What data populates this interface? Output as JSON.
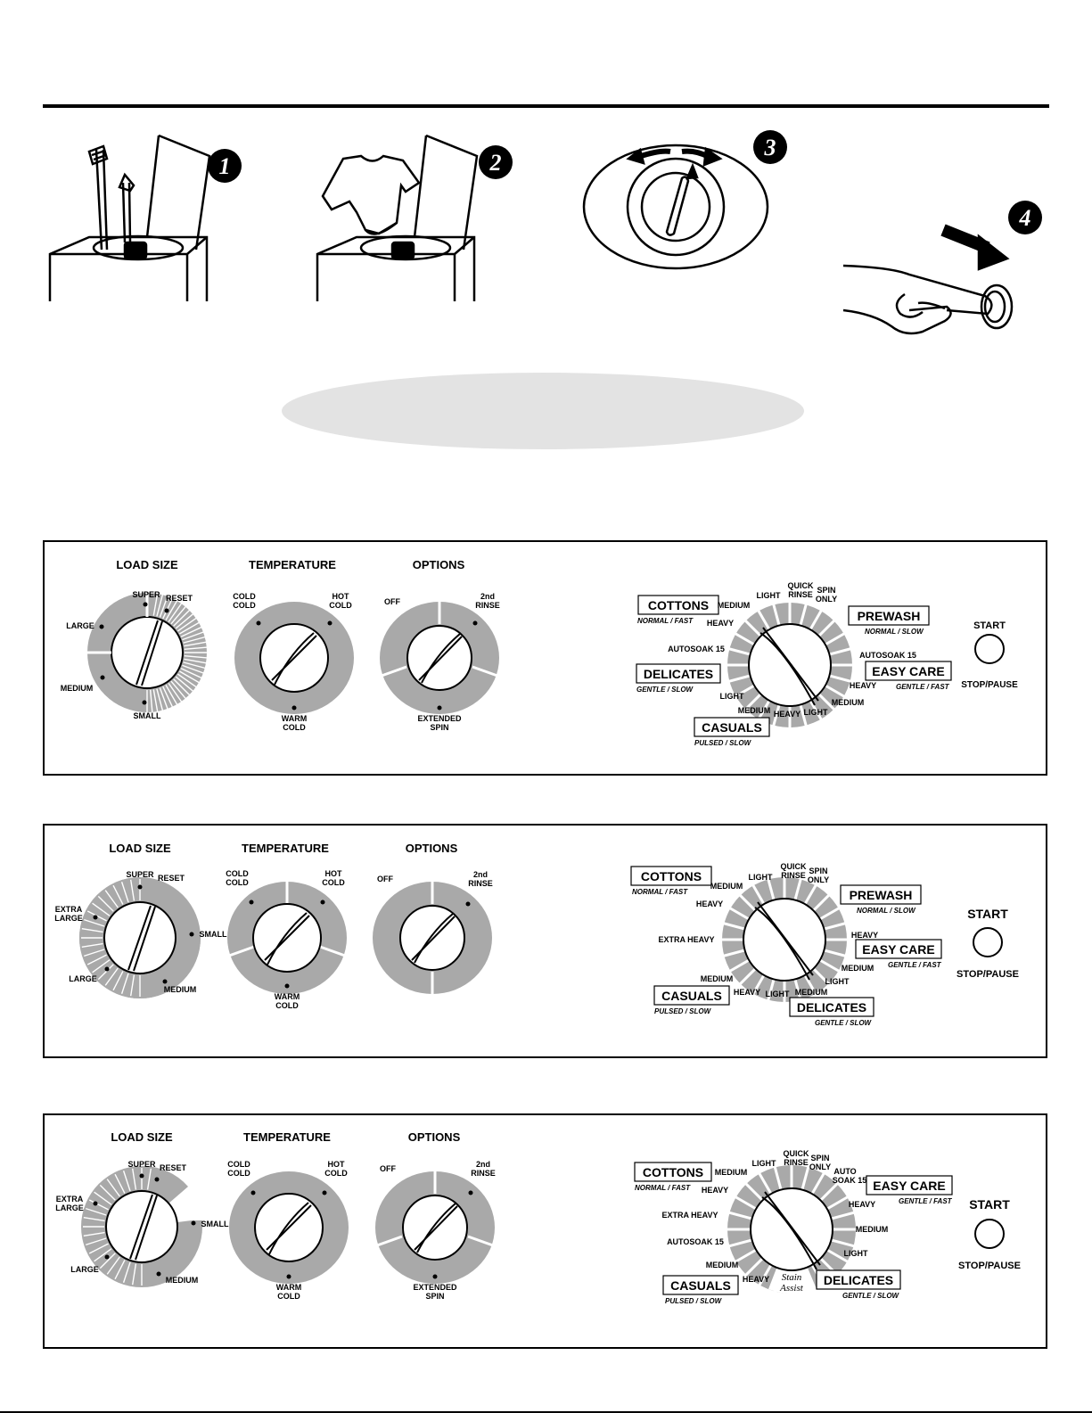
{
  "steps": [
    "1",
    "2",
    "3",
    "4"
  ],
  "panels": [
    {
      "load_size": {
        "title": "LOAD SIZE",
        "labels": [
          "LARGE",
          "SUPER",
          "RESET",
          "MEDIUM",
          "SMALL"
        ]
      },
      "temperature": {
        "title": "TEMPERATURE",
        "cold_cold": [
          "COLD",
          "COLD"
        ],
        "hot_cold": [
          "HOT",
          "COLD"
        ],
        "warm_cold": [
          "WARM",
          "COLD"
        ]
      },
      "options": {
        "title": "OPTIONS",
        "off": "OFF",
        "rinse": [
          "2nd",
          "RINSE"
        ],
        "extended_spin": [
          "EXTENDED",
          "SPIN"
        ]
      },
      "cycle": {
        "groups": [
          {
            "name": "COTTONS",
            "sub": "NORMAL / FAST"
          },
          {
            "name": "PREWASH",
            "sub": "NORMAL / SLOW"
          },
          {
            "name": "DELICATES",
            "sub": "GENTLE / SLOW"
          },
          {
            "name": "EASY CARE",
            "sub": "GENTLE / FAST"
          },
          {
            "name": "CASUALS",
            "sub": "PULSED / SLOW"
          }
        ],
        "labels": [
          "MEDIUM",
          "LIGHT",
          "QUICK",
          "RINSE",
          "SPIN",
          "ONLY",
          "HEAVY",
          "AUTOSOAK 15",
          "AUTOSOAK 15",
          "HEAVY",
          "MEDIUM",
          "LIGHT",
          "LIGHT",
          "MEDIUM",
          "HEAVY"
        ]
      },
      "start": {
        "label": "START",
        "stop": "STOP/PAUSE"
      }
    },
    {
      "load_size": {
        "title": "LOAD SIZE",
        "labels": [
          "EXTRA",
          "LARGE",
          "SUPER",
          "RESET",
          "SMALL",
          "LARGE",
          "MEDIUM"
        ]
      },
      "temperature": {
        "title": "TEMPERATURE",
        "cold_cold": [
          "COLD",
          "COLD"
        ],
        "hot_cold": [
          "HOT",
          "COLD"
        ],
        "warm_cold": [
          "WARM",
          "COLD"
        ]
      },
      "options": {
        "title": "OPTIONS",
        "off": "OFF",
        "rinse": [
          "2nd",
          "RINSE"
        ]
      },
      "cycle": {
        "groups": [
          {
            "name": "COTTONS",
            "sub": "NORMAL / FAST"
          },
          {
            "name": "PREWASH",
            "sub": "NORMAL / SLOW"
          },
          {
            "name": "EASY CARE",
            "sub": "GENTLE / FAST"
          },
          {
            "name": "CASUALS",
            "sub": "PULSED / SLOW"
          },
          {
            "name": "DELICATES",
            "sub": "GENTLE / SLOW"
          }
        ],
        "labels": [
          "MEDIUM",
          "LIGHT",
          "QUICK",
          "RINSE",
          "SPIN",
          "ONLY",
          "HEAVY",
          "EXTRA HEAVY",
          "MEDIUM",
          "HEAVY",
          "LIGHT",
          "MEDIUM",
          "LIGHT",
          "MEDIUM",
          "HEAVY"
        ]
      },
      "start": {
        "label": "START",
        "stop": "STOP/PAUSE"
      }
    },
    {
      "load_size": {
        "title": "LOAD SIZE",
        "labels": [
          "EXTRA",
          "LARGE",
          "SUPER",
          "RESET",
          "SMALL",
          "LARGE",
          "MEDIUM"
        ]
      },
      "temperature": {
        "title": "TEMPERATURE",
        "cold_cold": [
          "COLD",
          "COLD"
        ],
        "hot_cold": [
          "HOT",
          "COLD"
        ],
        "warm_cold": [
          "WARM",
          "COLD"
        ]
      },
      "options": {
        "title": "OPTIONS",
        "off": "OFF",
        "rinse": [
          "2nd",
          "RINSE"
        ],
        "extended_spin": [
          "EXTENDED",
          "SPIN"
        ]
      },
      "cycle": {
        "groups": [
          {
            "name": "COTTONS",
            "sub": "NORMAL / FAST"
          },
          {
            "name": "EASY CARE",
            "sub": "GENTLE / FAST"
          },
          {
            "name": "CASUALS",
            "sub": "PULSED / SLOW"
          },
          {
            "name": "DELICATES",
            "sub": "GENTLE / SLOW"
          }
        ],
        "labels": [
          "MEDIUM",
          "LIGHT",
          "QUICK",
          "RINSE",
          "SPIN",
          "ONLY",
          "AUTO",
          "SOAK 15",
          "HEAVY",
          "EXTRA HEAVY",
          "AUTOSOAK 15",
          "MEDIUM",
          "HEAVY",
          "HEAVY",
          "MEDIUM",
          "LIGHT"
        ],
        "stain_assist": [
          "Stain",
          "Assist"
        ]
      },
      "start": {
        "label": "START",
        "stop": "STOP/PAUSE"
      }
    }
  ]
}
